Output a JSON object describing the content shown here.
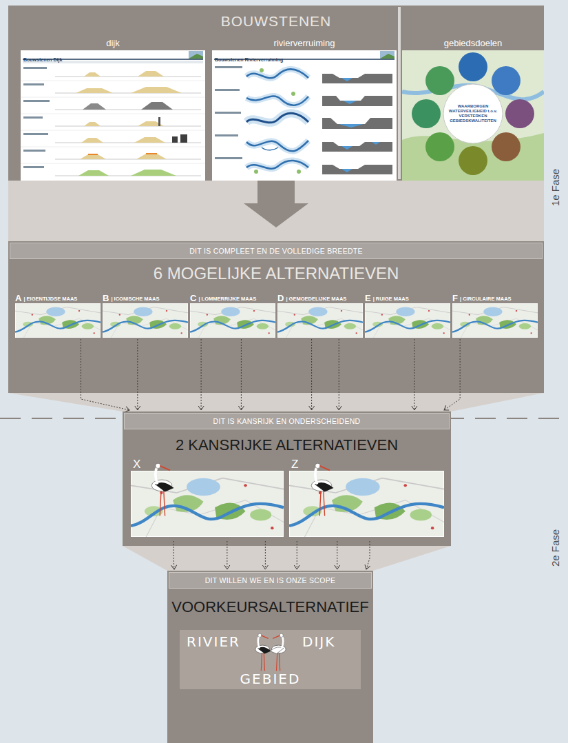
{
  "diagram": {
    "nodes": [
      {
        "text": [
          "BOUWSTENEN"
        ]
      },
      {
        "text": [
          "dijk"
        ],
        "in": 0
      },
      {
        "text": [
          "rivierverruiming"
        ],
        "in": 0
      },
      {
        "text": [
          "gebiedsdoelen"
        ],
        "in": 0
      },
      {
        "text": [
          "DIT IS COMPLEET EN DE VOLLEDIGE BREEDTE",
          "6 MOGELIJKE ALTERNATIEVEN"
        ]
      },
      {
        "text": [
          "A",
          "| EIGENTIJDSE MAAS"
        ],
        "in": 4
      },
      {
        "text": [
          "B",
          "| ICONISCHE MAAS"
        ],
        "in": 4
      },
      {
        "text": [
          "C",
          "| LOMMERRIJKE MAAS"
        ],
        "in": 4
      },
      {
        "text": [
          "D",
          "| GEMOEDELIJKE MAAS"
        ],
        "in": 4
      },
      {
        "text": [
          "E",
          "| RUIGE MAAS"
        ],
        "in": 4
      },
      {
        "text": [
          "F",
          "| CIRCULAIRE MAAS"
        ],
        "in": 4
      },
      {
        "text": [
          "DIT IS KANSRIJK EN ONDERSCHEIDEND",
          "2 KANSRIJKE ALTERNATIEVEN"
        ]
      },
      {
        "text": [
          "X"
        ],
        "in": 11
      },
      {
        "text": [
          "Z"
        ],
        "in": 11
      },
      {
        "text": [
          "DIT WILLEN WE EN IS ONZE SCOPE",
          "VOORKEURSALTERNATIEF"
        ]
      },
      {
        "text": [
          "RIVIER",
          "DIJK",
          "GEBIED"
        ],
        "in": 14
      }
    ],
    "edges": [
      {
        "from": 0,
        "to": 4,
        "arrow": "to"
      },
      {
        "from": 5,
        "to": 11,
        "arrow": "to"
      },
      {
        "from": 6,
        "to": 11,
        "arrow": "to"
      },
      {
        "from": 7,
        "to": 11,
        "arrow": "to"
      },
      {
        "from": 7,
        "to": 11,
        "arrow": "to"
      },
      {
        "from": 8,
        "to": 11,
        "arrow": "to"
      },
      {
        "from": 8,
        "to": 11,
        "arrow": "to"
      },
      {
        "from": 9,
        "to": 11,
        "arrow": "to"
      },
      {
        "from": 10,
        "to": 11,
        "arrow": "to"
      },
      {
        "from": 12,
        "to": 14,
        "arrow": "to"
      },
      {
        "from": 12,
        "to": 14,
        "arrow": "to"
      },
      {
        "from": 12,
        "to": 14,
        "arrow": "to"
      },
      {
        "from": 13,
        "to": 14,
        "arrow": "to"
      },
      {
        "from": 13,
        "to": 14,
        "arrow": "to"
      },
      {
        "from": 13,
        "to": 14,
        "arrow": "to"
      }
    ],
    "labels": [
      "Bouwstenen Dijk",
      "Bouwstenen Rivierverruiming",
      "WAARBORGEN WATERVEILIGHEID t.o.v. VERSTERKEN GEBIEDSKWALITEITEN",
      "1e Fase",
      "2e Fase"
    ]
  }
}
